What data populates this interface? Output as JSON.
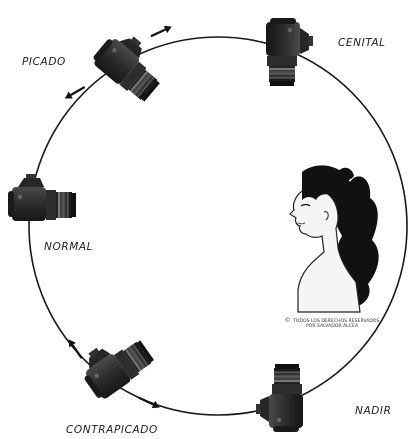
{
  "labels": {
    "picado": "PICADO",
    "cenital": "CENITAL",
    "normal": "NORMAL",
    "nadir": "NADIR",
    "contrapicado": "CONTRAPICADO"
  },
  "copyright": {
    "symbol": "©",
    "line1": "TODOS LOS DERECHOS RESERVADOS",
    "line2": "POR SALVADOR ALCEA"
  },
  "colors": {
    "circle": "#1a1a1a",
    "camera_body": "#2a2a2a",
    "lens": "#3a3a3a",
    "hair": "#111111",
    "skin": "#f4f4f4"
  }
}
